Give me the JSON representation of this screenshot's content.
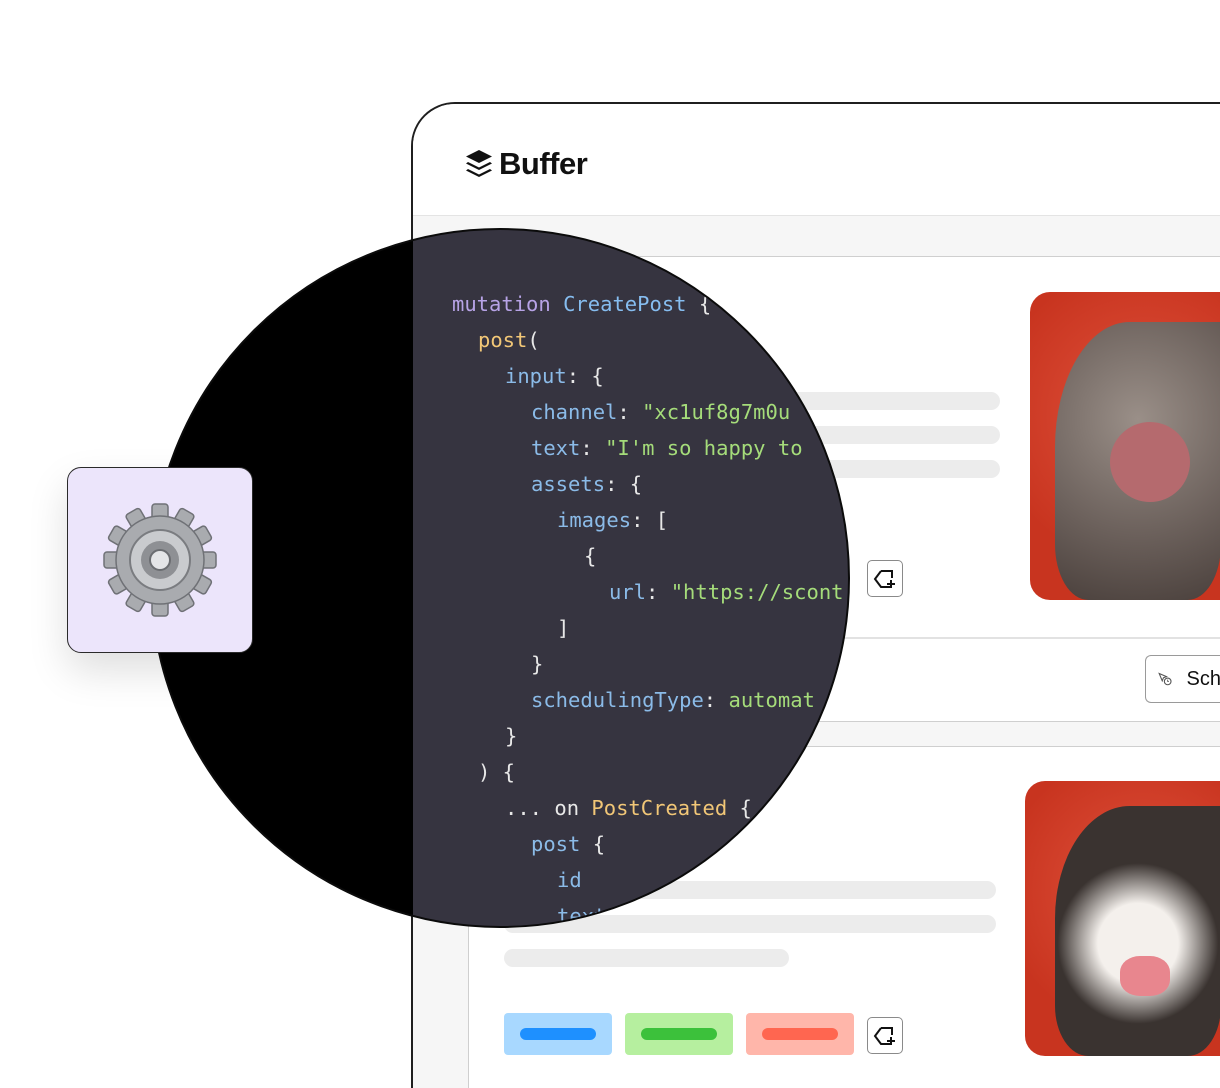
{
  "app": {
    "brand": "Buffer"
  },
  "posts": [
    {
      "schedule_label": "Sch",
      "tags": [
        "#ffb4a8"
      ],
      "tag_icon": "tag-plus-icon",
      "image": "dog-photo-1"
    },
    {
      "tags": [
        "#1e90ff",
        "#3cc13b",
        "#ff6650"
      ],
      "tag_bg": [
        "#a8d8ff",
        "#b6ef9f",
        "#ffb6aa"
      ],
      "tag_icon": "tag-plus-icon",
      "image": "dog-photo-2"
    }
  ],
  "code": {
    "lines": [
      [
        "mutation ",
        "CreatePost",
        " {"
      ],
      [
        "post",
        "("
      ],
      [
        "input",
        ": {"
      ],
      [
        "channel",
        ": ",
        "\"xc1uf8g7m0u"
      ],
      [
        "text",
        ": ",
        "\"I'm so happy to"
      ],
      [
        "assets",
        ": {"
      ],
      [
        "images",
        ": ["
      ],
      [
        "{"
      ],
      [
        "url",
        ": ",
        "\"https://scont"
      ],
      [
        "]"
      ],
      [
        "}"
      ],
      [
        "schedulingType",
        ": ",
        "automat"
      ],
      [
        "}"
      ],
      [
        ") {"
      ],
      [
        "... on ",
        "PostCreated",
        " {"
      ],
      [
        "post",
        " {"
      ],
      [
        "id"
      ],
      [
        "text"
      ]
    ]
  },
  "colors": {
    "accent": "#ece5fb",
    "code_bg": "#363440",
    "brand_red": "#d8402a"
  }
}
